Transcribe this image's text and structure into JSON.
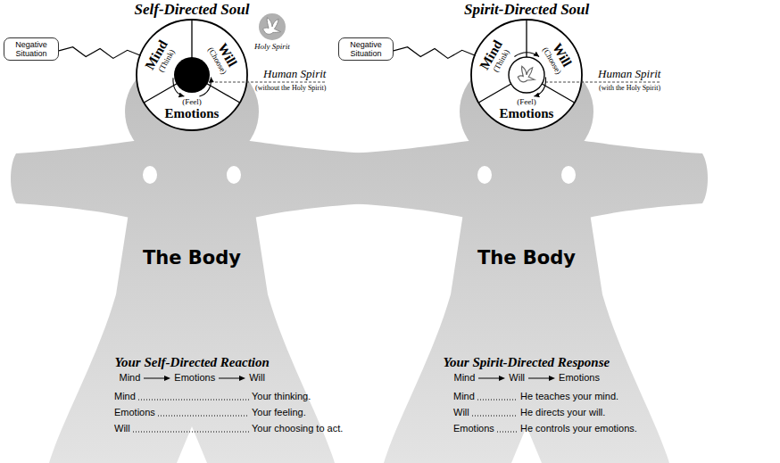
{
  "diagram": {
    "nodes": [
      {
        "text": [
          "Negative Situation"
        ]
      },
      {
        "text": [
          "Mind",
          "(Think)"
        ]
      },
      {
        "text": [
          "Will",
          "(Choose)"
        ]
      },
      {
        "text": [
          "(Feel)",
          "Emotions"
        ]
      },
      {
        "text": [
          "The Body"
        ]
      },
      {
        "text": [
          "Negative Situation"
        ]
      },
      {
        "text": [
          "Mind",
          "(Think)"
        ]
      },
      {
        "text": [
          "Will",
          "(Choose)"
        ]
      },
      {
        "text": [
          "(Feel)",
          "Emotions"
        ]
      },
      {
        "text": [
          "The Body"
        ]
      }
    ],
    "edges": [
      {
        "from": 0,
        "to": 1,
        "arrow": "none"
      },
      {
        "from": 1,
        "to": 3,
        "arrow": "to"
      },
      {
        "from": 3,
        "to": 2,
        "arrow": "to"
      },
      {
        "from": 5,
        "to": 6,
        "arrow": "none"
      },
      {
        "from": 6,
        "to": 7,
        "arrow": "to"
      },
      {
        "from": 7,
        "to": 8,
        "arrow": "to"
      }
    ],
    "labels": [
      "Self-Directed Soul",
      "Holy Spirit",
      "Human Spirit",
      "(without the Holy Spirit)",
      "Your Self-Directed Reaction",
      "Mind",
      "Emotions",
      "Will",
      "Mind",
      "Your thinking.",
      "Emotions",
      "Your feeling.",
      "Will",
      "Your choosing to act.",
      "Spirit-Directed Soul",
      "Human Spirit",
      "(with the Holy Spirit)",
      "Your Spirit-Directed Response",
      "Mind",
      "Will",
      "Emotions",
      "Mind",
      "He teaches your mind.",
      "Will",
      "He directs your will.",
      "Emotions",
      "He controls your emotions."
    ]
  }
}
